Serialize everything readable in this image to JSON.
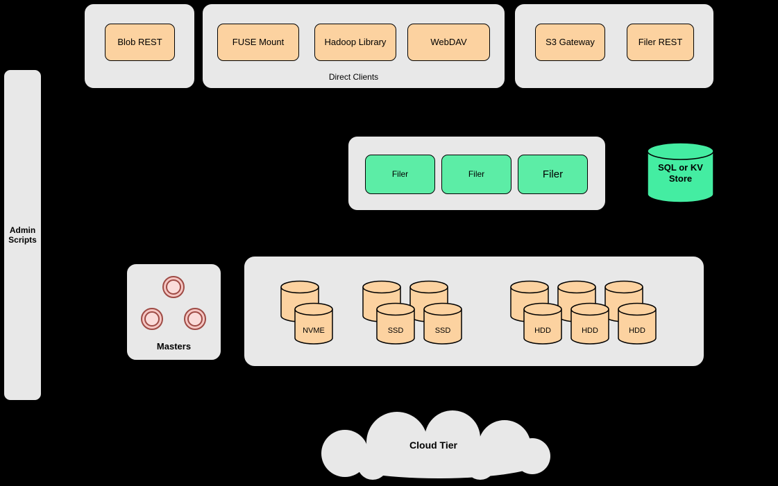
{
  "top": {
    "blob_rest": "Blob REST",
    "fuse_mount": "FUSE Mount",
    "hadoop_library": "Hadoop Library",
    "webdav": "WebDAV",
    "direct_clients_caption": "Direct Clients",
    "s3_gateway": "S3 Gateway",
    "filer_rest": "Filer REST"
  },
  "admin": {
    "label": "Admin Scripts"
  },
  "filer_cluster": {
    "filers": [
      "Filer",
      "Filer",
      "Filer"
    ]
  },
  "metadata_store": {
    "label": "SQL or KV Store"
  },
  "masters": {
    "label": "Masters"
  },
  "storage": {
    "nvme": [
      "NVME"
    ],
    "ssd": [
      "SSD",
      "SSD"
    ],
    "hdd": [
      "HDD",
      "HDD",
      "HDD"
    ]
  },
  "cloud": {
    "label": "Cloud Tier"
  },
  "colors": {
    "background": "#000000",
    "panel_gray": "#e8e8e8",
    "node_orange": "#fcd2a0",
    "node_green": "#5ceda6",
    "cylinder_green": "#44eda2",
    "master_pink": "#f5c6c3",
    "master_pink_border": "#9e4a44",
    "outline": "#000000"
  }
}
